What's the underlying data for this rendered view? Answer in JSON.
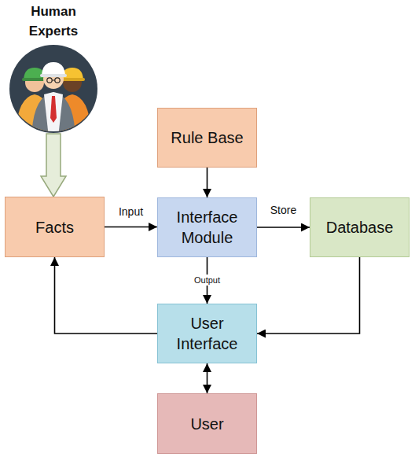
{
  "diagram": {
    "nodes": [
      {
        "text": [
          "Human Experts"
        ]
      },
      {
        "text": [
          "Rule Base"
        ]
      },
      {
        "text": [
          "Facts"
        ]
      },
      {
        "text": [
          "Interface Module"
        ]
      },
      {
        "text": [
          "Database"
        ]
      },
      {
        "text": [
          "User Interface"
        ]
      },
      {
        "text": [
          "User"
        ]
      }
    ],
    "edges": [
      {
        "from": 0,
        "to": 2,
        "arrow": "to"
      },
      {
        "from": 1,
        "to": 3,
        "arrow": "to"
      },
      {
        "from": 2,
        "to": 3,
        "label": "Input",
        "arrow": "to"
      },
      {
        "from": 3,
        "to": 4,
        "label": "Store",
        "arrow": "to"
      },
      {
        "from": 3,
        "to": 5,
        "label": "Output",
        "arrow": "to"
      },
      {
        "from": 4,
        "to": 5,
        "arrow": "to"
      },
      {
        "from": 5,
        "to": 2,
        "arrow": "to"
      },
      {
        "from": 5,
        "to": 6,
        "arrow": "both"
      }
    ]
  }
}
